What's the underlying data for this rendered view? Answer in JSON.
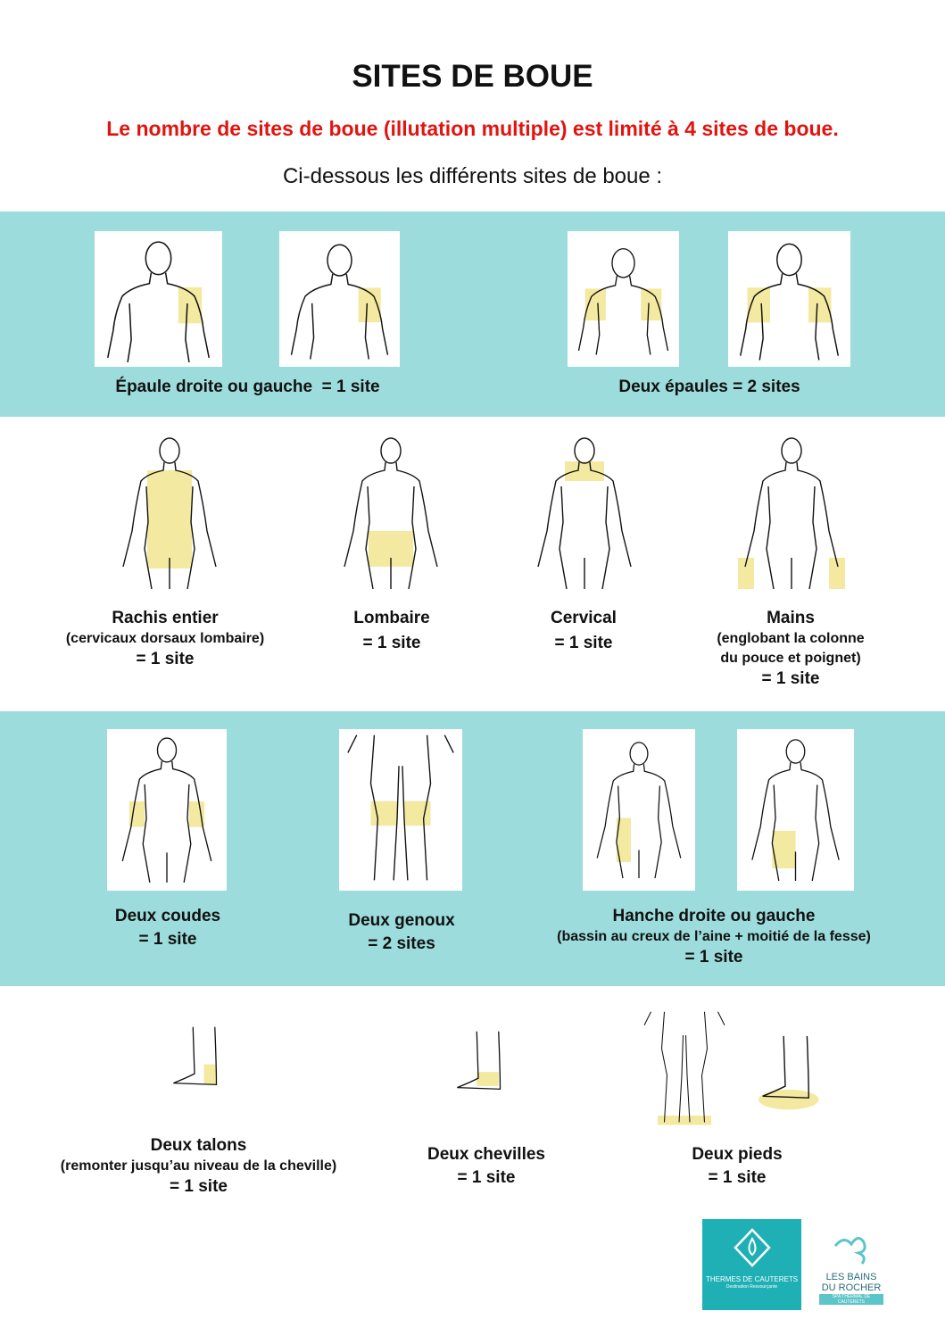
{
  "title": "SITES DE BOUE",
  "warning": "Le nombre de sites de boue (illutation multiple) est limité à 4 sites de boue.",
  "subtitle": "Ci-dessous les différents sites de boue :",
  "sites": [
    {
      "name": "Épaule droite ou gauche",
      "count": "= 1 site"
    },
    {
      "name": "Deux épaules",
      "count": "= 2 sites"
    },
    {
      "name": "Rachis entier",
      "detail": "(cervicaux dorsaux lombaire)",
      "count": "= 1 site"
    },
    {
      "name": "Lombaire",
      "count": "= 1 site"
    },
    {
      "name": "Cervical",
      "count": "= 1 site"
    },
    {
      "name": "Mains",
      "detail": "(englobant la colonne du pouce et poignet)",
      "detail1": "(englobant la colonne",
      "detail2": "du pouce et poignet)",
      "count": "= 1 site"
    },
    {
      "name": "Deux coudes",
      "count": "= 1 site"
    },
    {
      "name": "Deux genoux",
      "count": "= 2 sites"
    },
    {
      "name": "Hanche droite ou gauche",
      "detail": "(bassin au creux de l’aine + moitié de la fesse)",
      "count": "= 1 site"
    },
    {
      "name": "Deux talons",
      "detail": "(remonter jusqu’au niveau de la cheville)",
      "count": "= 1 site"
    },
    {
      "name": "Deux chevilles",
      "count": "= 1 site"
    },
    {
      "name": "Deux pieds",
      "count": "= 1 site"
    }
  ],
  "logos": {
    "thermes": "THERMES DE CAUTERETS",
    "thermes_tag": "Destination Ressourçante",
    "bains": "LES BAINS DU ROCHER",
    "bains_tag": "SPA THERMAL DE CAUTERETS"
  },
  "colors": {
    "band": "#9ddcdc",
    "warning": "#e2140f",
    "highlight": "#f3e9a0"
  }
}
